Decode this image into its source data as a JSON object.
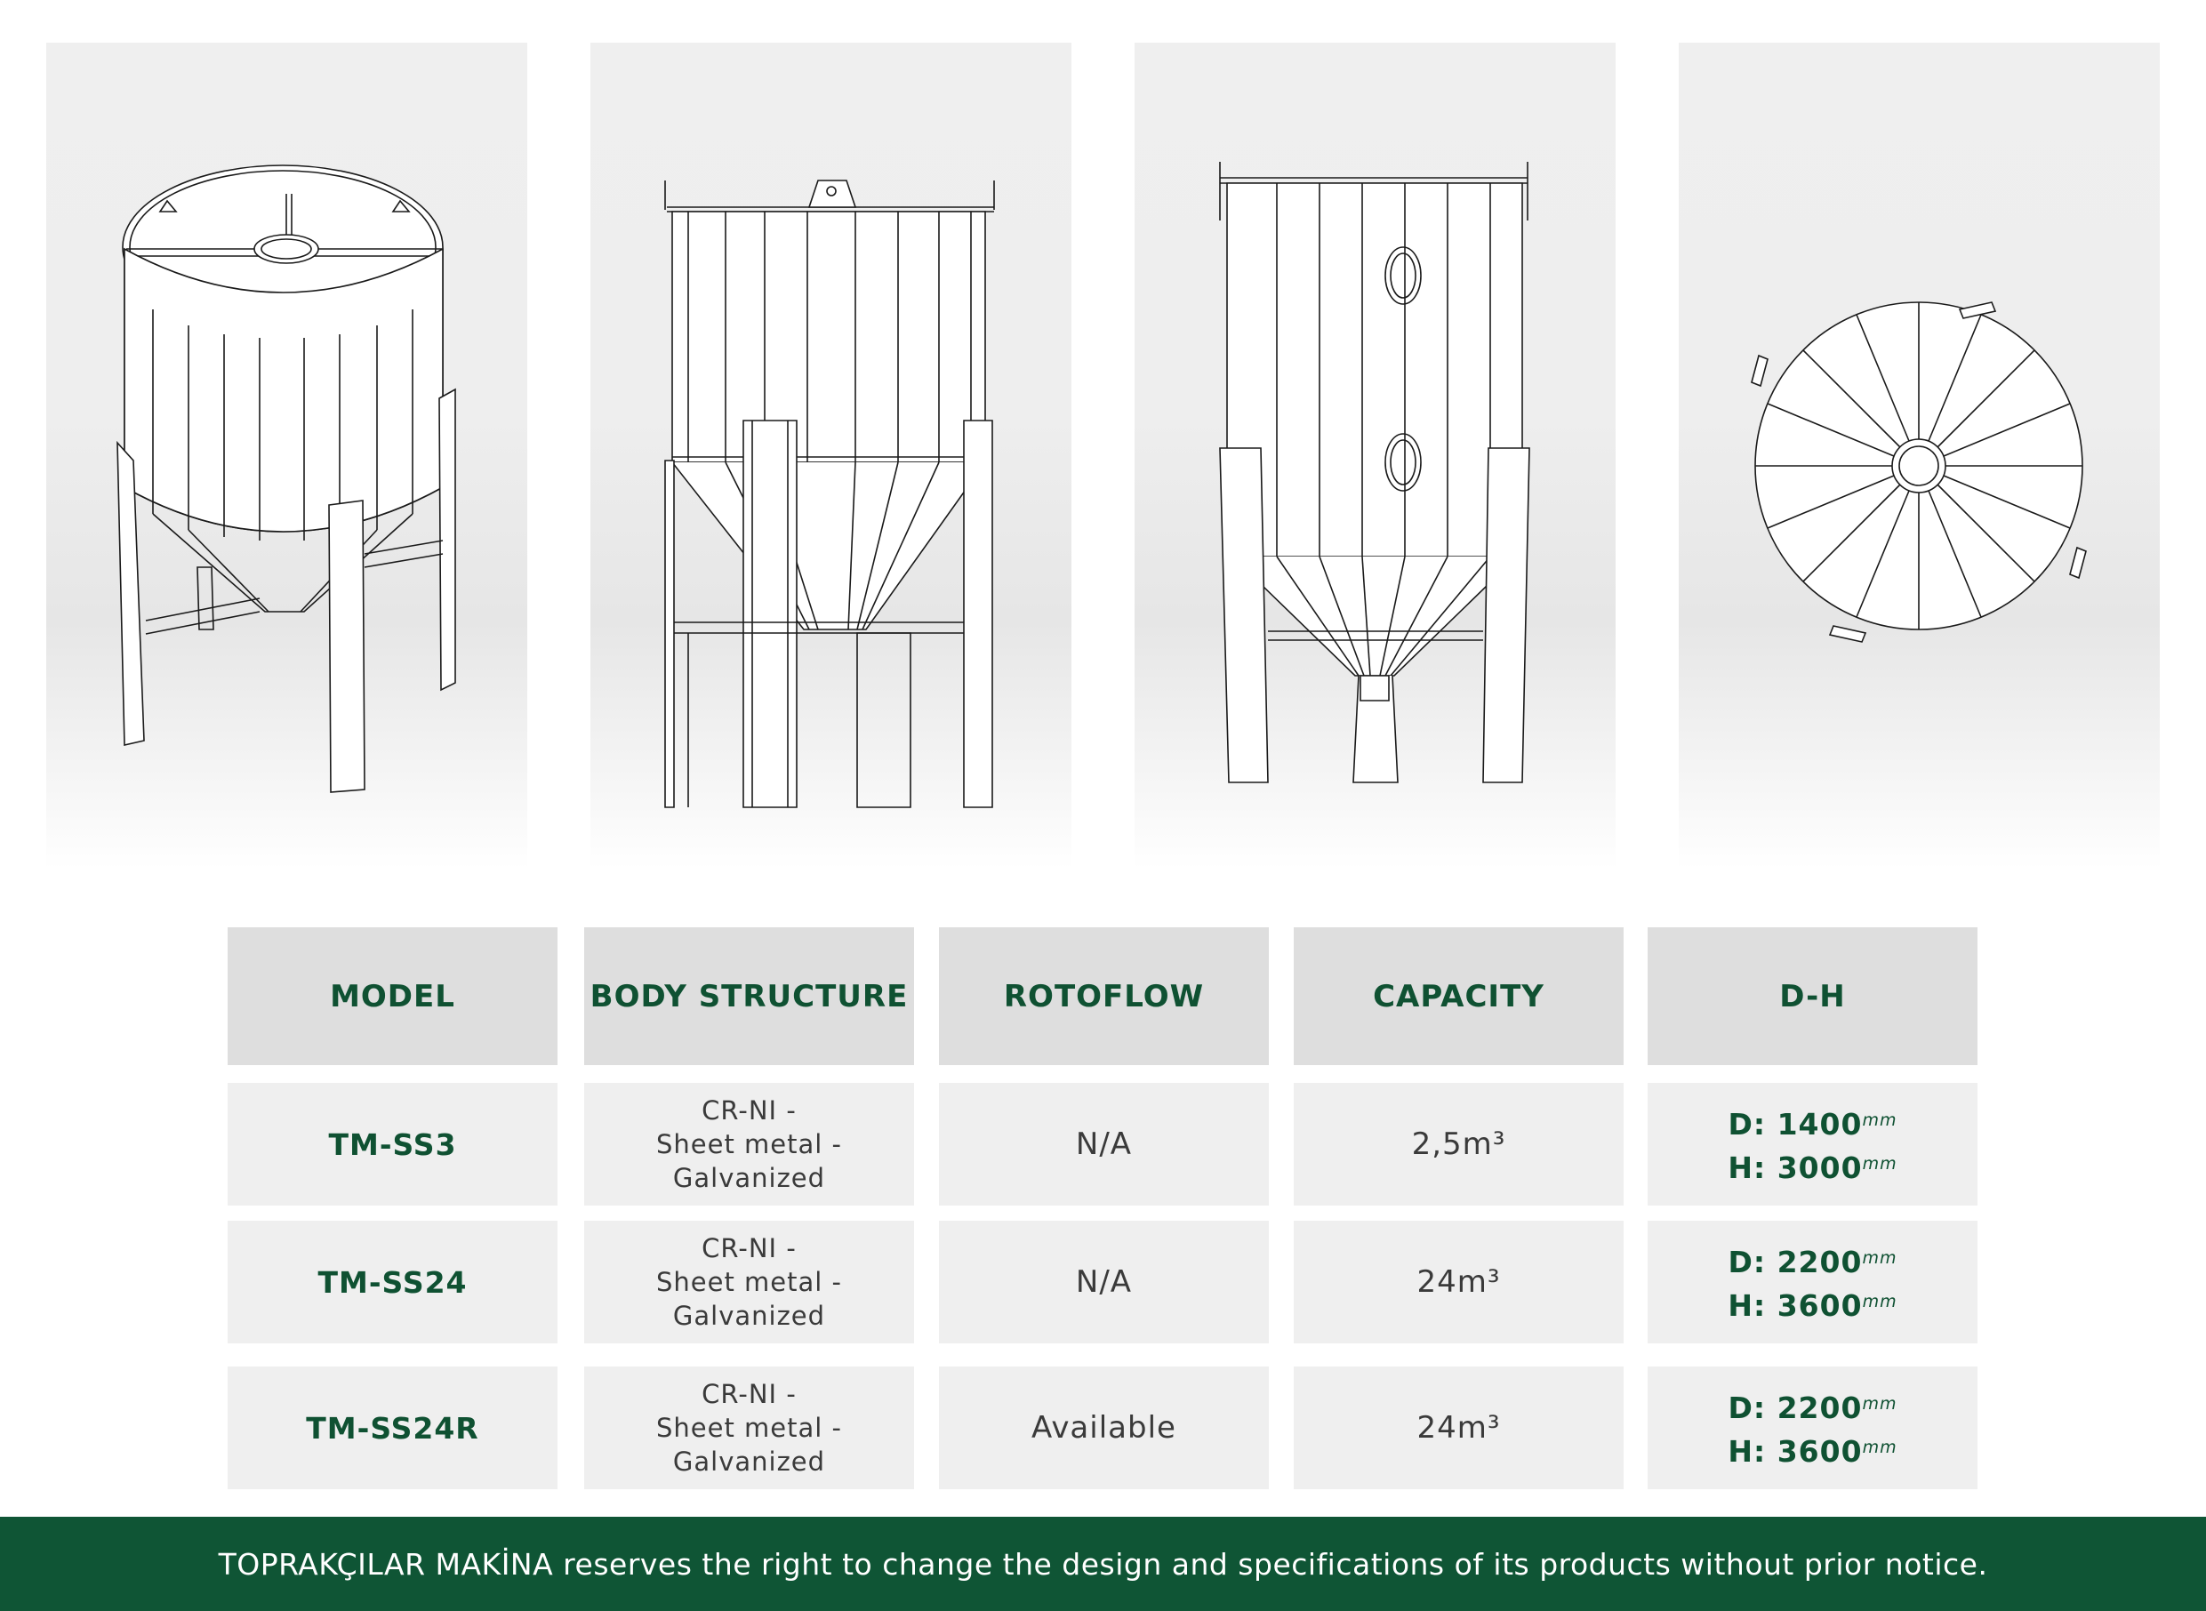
{
  "illustrations": [
    {
      "icon": "silo-isometric-icon"
    },
    {
      "icon": "silo-side-view-icon"
    },
    {
      "icon": "silo-front-view-icon"
    },
    {
      "icon": "silo-top-view-icon"
    }
  ],
  "table": {
    "headers": [
      "MODEL",
      "BODY STRUCTURE",
      "ROTOFLOW",
      "CAPACITY",
      "D-H"
    ],
    "rows": [
      {
        "model": "TM-SS3",
        "body": [
          "CR-NI -",
          "Sheet metal -",
          "Galvanized"
        ],
        "rotoflow": "N/A",
        "capacity": "2,5m³",
        "d": "D: 1400",
        "h": "H: 3000",
        "unit": "mm"
      },
      {
        "model": "TM-SS24",
        "body": [
          "CR-NI -",
          "Sheet metal -",
          "Galvanized"
        ],
        "rotoflow": "N/A",
        "capacity": "24m³",
        "d": "D: 2200",
        "h": "H: 3600",
        "unit": "mm"
      },
      {
        "model": "TM-SS24R",
        "body": [
          "CR-NI -",
          "Sheet metal -",
          "Galvanized"
        ],
        "rotoflow": "Available",
        "capacity": "24m³",
        "d": "D: 2200",
        "h": "H: 3600",
        "unit": "mm"
      }
    ]
  },
  "footer": {
    "notice": "TOPRAKÇILAR MAKİNA reserves the right to change the design and specifications of its products without prior notice."
  },
  "colors": {
    "brand_green": "#0f5535",
    "header_bg": "#dedede",
    "cell_bg": "#efefef"
  }
}
